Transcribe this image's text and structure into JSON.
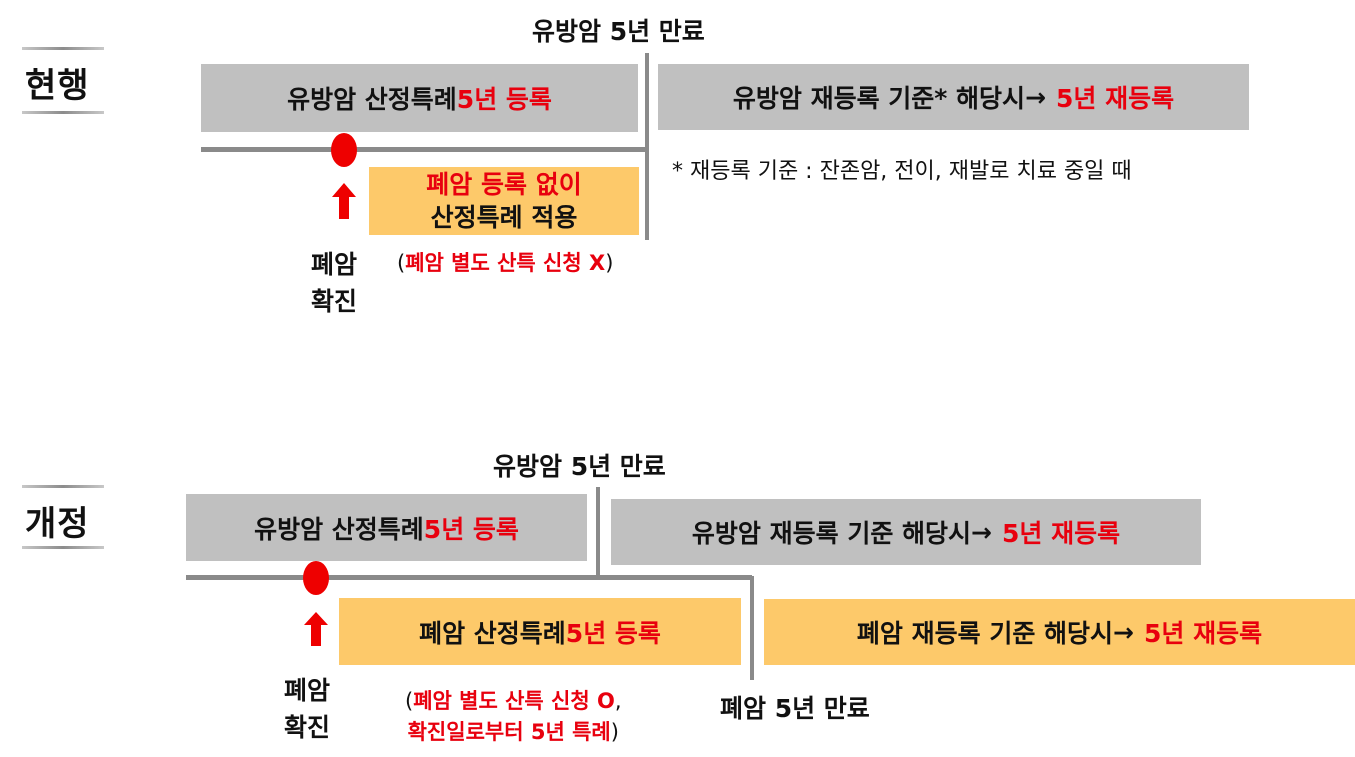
{
  "current": {
    "label": "현행",
    "top_label": "유방암 5년 만료",
    "left_box": {
      "text": "유방암 산정특례 ",
      "highlight": "5년 등록"
    },
    "right_box": {
      "text": "유방암 재등록 기준* 해당시 ",
      "arrow": "→",
      "highlight": "5년 재등록"
    },
    "footnote": "* 재등록 기준 : 잔존암, 전이, 재발로 치료 중일 때",
    "yellow_box": {
      "line1": "폐암 등록 없이",
      "line2": "산정특례 적용"
    },
    "paren": {
      "open": "(",
      "text": "폐암 별도 산특 신청 X",
      "close": ")"
    },
    "confirm": {
      "line1": "폐암",
      "line2": "확진"
    }
  },
  "revised": {
    "label": "개정",
    "top_label": "유방암 5년 만료",
    "left_box": {
      "text": "유방암 산정특례 ",
      "highlight": "5년 등록"
    },
    "right_box": {
      "text": "유방암 재등록 기준 해당시 ",
      "arrow": "→",
      "highlight": "5년 재등록"
    },
    "lung_box": {
      "text": "폐암 산정특례 ",
      "highlight": "5년 등록"
    },
    "lung_right_box": {
      "text": "폐암 재등록 기준 해당시 ",
      "arrow": "→",
      "highlight": "5년 재등록"
    },
    "bottom_label": "폐암 5년 만료",
    "paren": {
      "open": "(",
      "line1": "폐암 별도 산특 신청 O",
      "comma": ",",
      "line2": "확진일로부터 5년 특례",
      "close": ")"
    },
    "confirm": {
      "line1": "폐암",
      "line2": "확진"
    }
  },
  "colors": {
    "gray_box": "#c0c0c0",
    "yellow_box": "#fdc96a",
    "highlight_red": "#e8000e",
    "marker_red": "#ee0000",
    "timeline": "#8a8a8a"
  },
  "icons": {
    "marker": "red-dot-marker",
    "arrow_up": "up-arrow-icon",
    "arrow_right": "right-arrow-icon"
  }
}
